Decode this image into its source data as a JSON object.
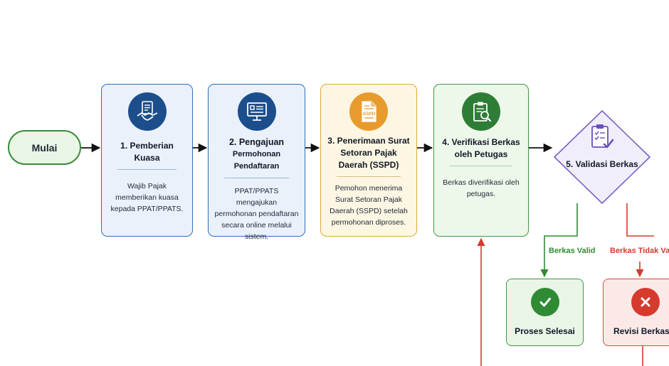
{
  "start": {
    "label": "Mulai"
  },
  "steps": [
    {
      "title": "1. Pemberian Kuasa",
      "desc": "Wajib Pajak memberikan kuasa kepada PPAT/PPATS.",
      "icon": "handshake-document-icon"
    },
    {
      "title_line1": "2. Pengajuan",
      "title_line2": "Permohonan Pendaftaran",
      "desc": "PPAT/PPATS mengajukan permohonan pendaftaran secara online melalui sistem.",
      "icon": "computer-form-icon"
    },
    {
      "title": "3. Penerimaan Surat Setoran Pajak Daerah (SSPD)",
      "desc": "Pemohon menerima Surat Setoran Pajak Daerah (SSPD) setelah permohonan diproses.",
      "icon": "sspd-document-icon",
      "icon_text": "SSPD"
    },
    {
      "title": "4. Verifikasi Berkas oleh Petugas",
      "desc": "Berkas diverifikasi oleh petugas.",
      "icon": "clipboard-magnifier-icon"
    }
  ],
  "decision": {
    "label": "5. Validasi Berkas",
    "icon": "clipboard-check-icon"
  },
  "branches": {
    "valid_label": "Berkas Valid",
    "invalid_label": "Berkas Tidak Valid"
  },
  "results": {
    "done": {
      "label": "Proses Selesai",
      "icon": "checkmark-icon"
    },
    "revise": {
      "label": "Revisi Berkas",
      "icon": "x-mark-icon"
    }
  },
  "colors": {
    "blue_fill": "#eaf1fb",
    "blue_border": "#2c6fbf",
    "blue_icon": "#1d4e8c",
    "orange_fill": "#fdf6e3",
    "orange_border": "#e0a83a",
    "orange_icon": "#e89b2d",
    "green_fill": "#edf7ea",
    "green_border": "#3e9a45",
    "green_icon": "#2e7d36",
    "purple_fill": "#f1eefb",
    "purple_border": "#7b61c9",
    "red_fill": "#fbe9e7",
    "red_border": "#d84a3d",
    "red_line": "#d63a2f"
  }
}
